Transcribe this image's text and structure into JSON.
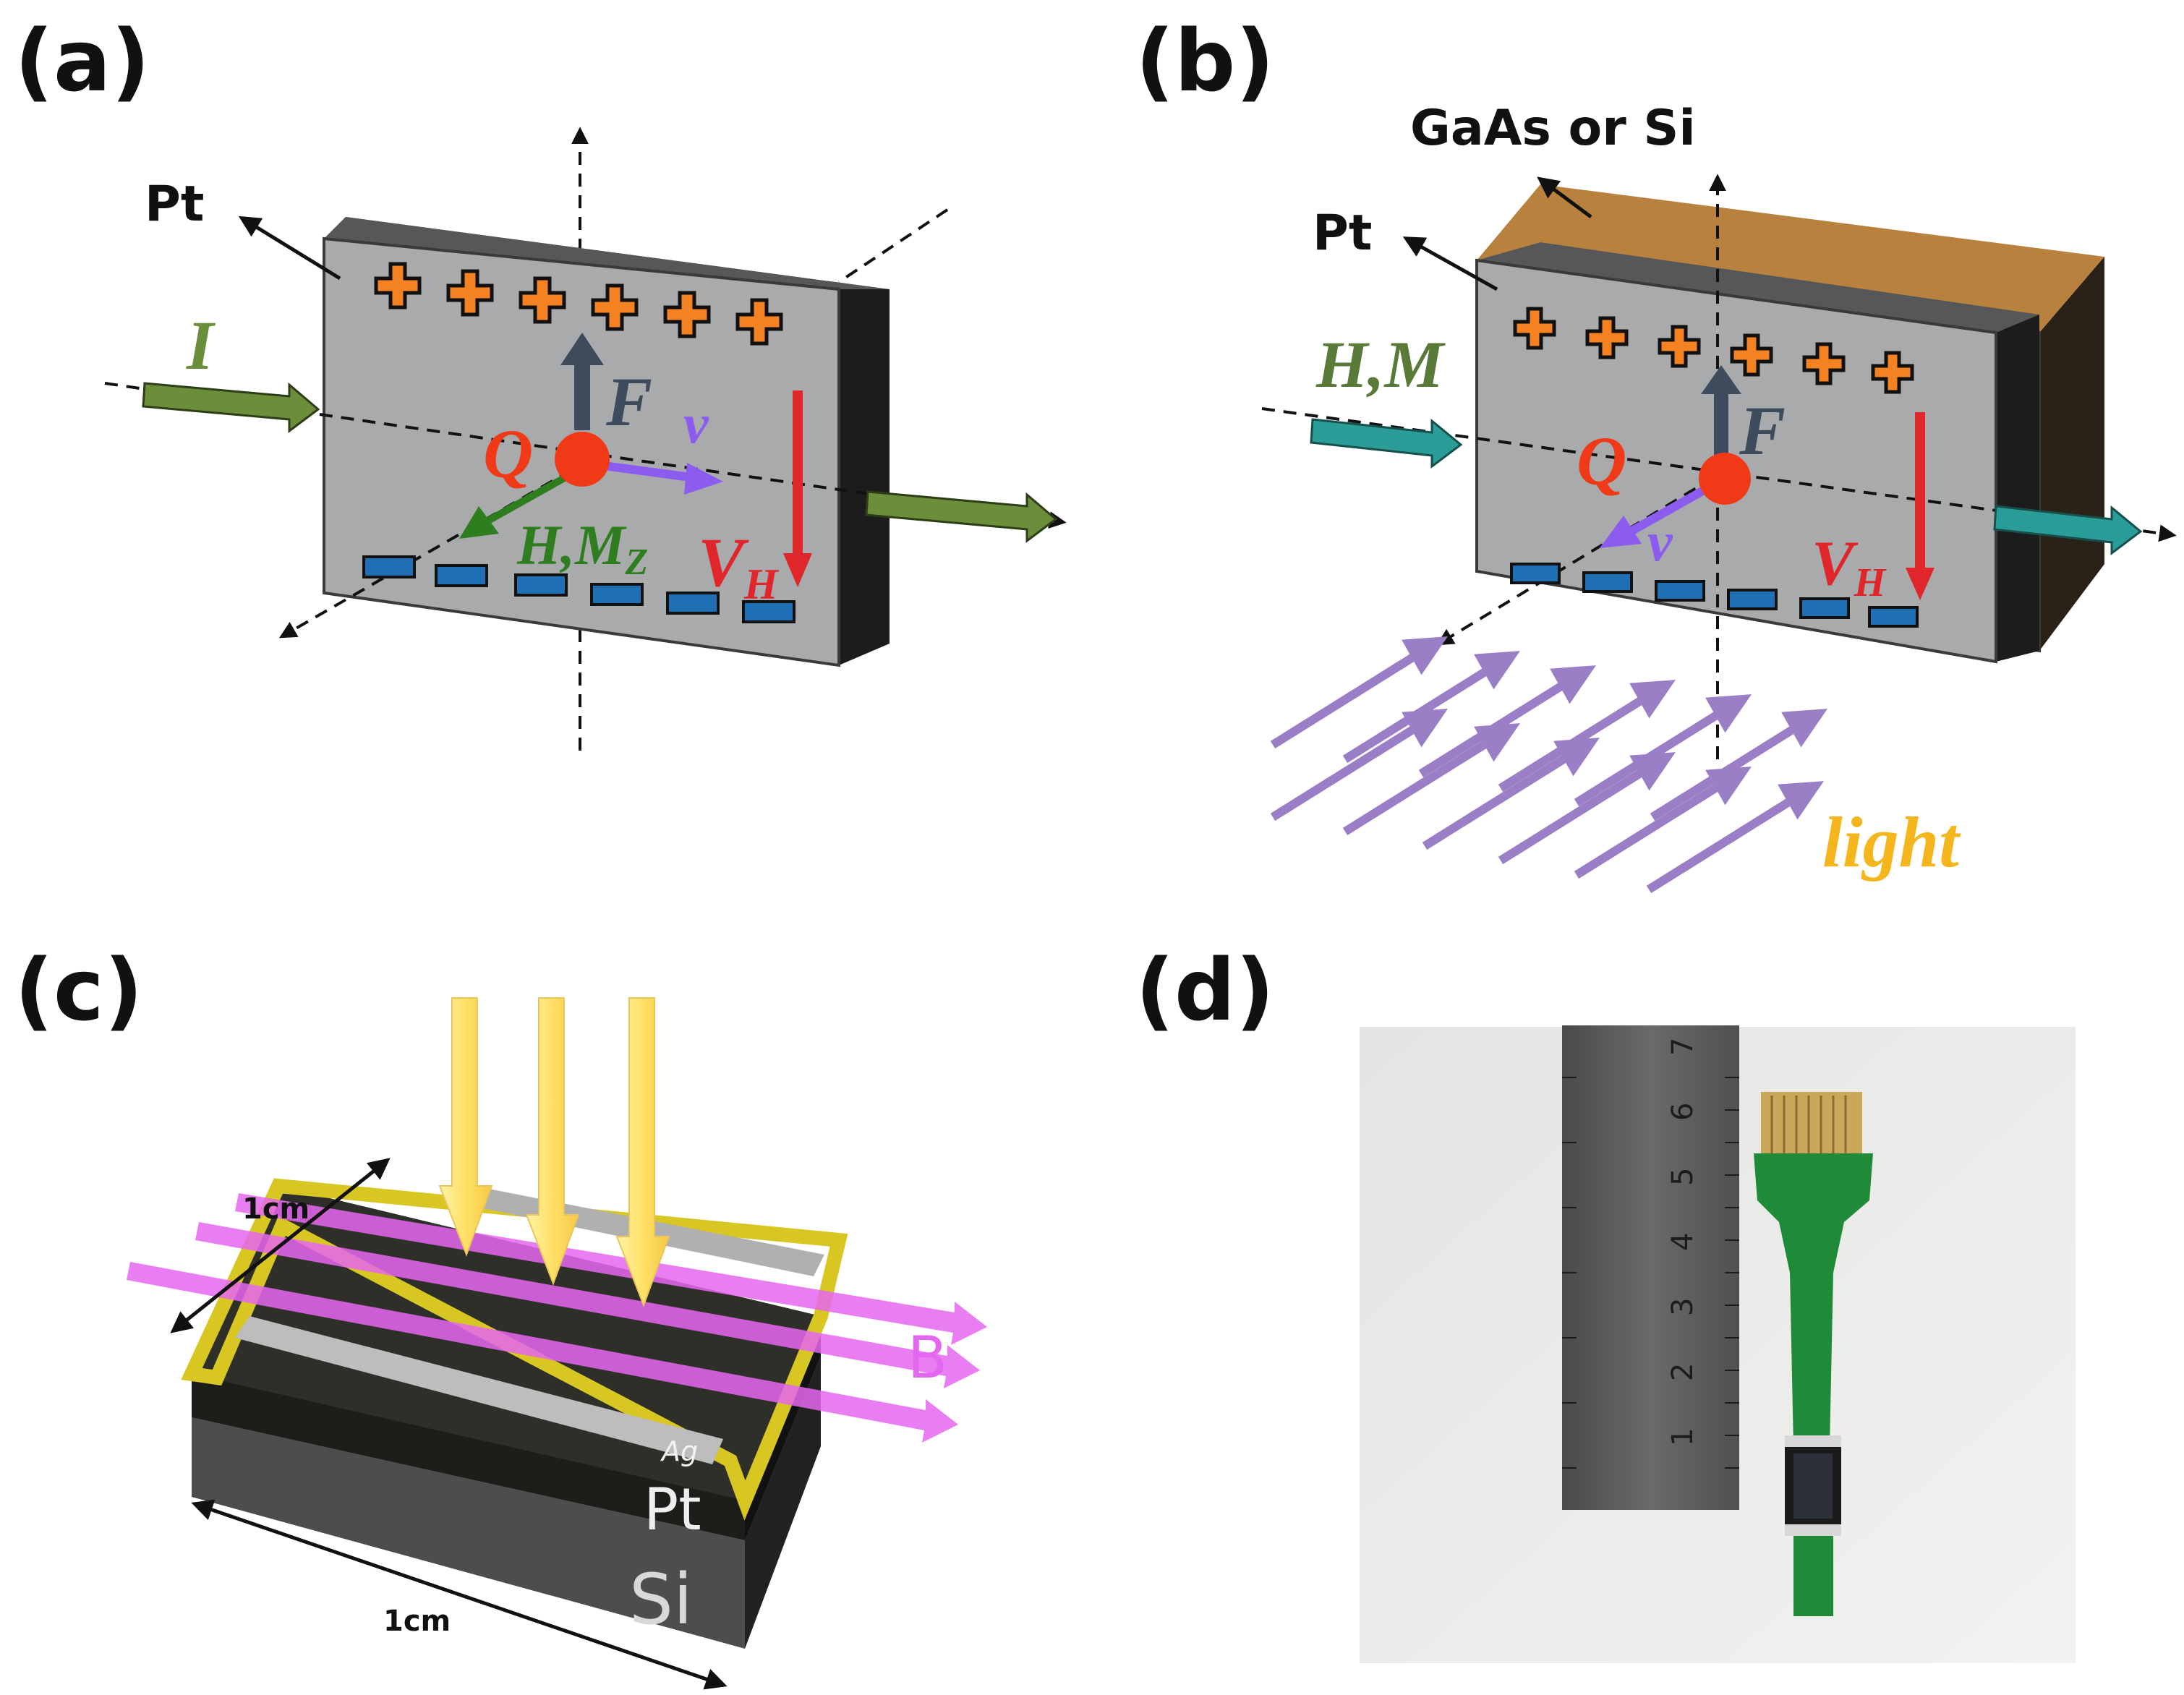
{
  "panels": {
    "a": {
      "label": "(a)",
      "layer_label": "Pt",
      "current_label": "I",
      "charge_label": "Q",
      "force_label": "F",
      "velocity_label": "v",
      "field_label": "H,M",
      "field_subscript": "Z",
      "voltage_label": "V",
      "voltage_subscript": "H",
      "positive_charges": 6,
      "negative_charges": 6
    },
    "b": {
      "label": "(b)",
      "substrate_label": "GaAs or Si",
      "layer_label": "Pt",
      "field_label": "H,M",
      "charge_label": "Q",
      "force_label": "F",
      "velocity_label": "v",
      "voltage_label": "V",
      "voltage_subscript": "H",
      "light_label": "light",
      "positive_charges": 6,
      "negative_charges": 6
    },
    "c": {
      "label": "(c)",
      "dim_top": "1cm",
      "dim_bottom": "1cm",
      "field_label": "B",
      "electrode_label": "Ag",
      "layer_label": "Pt",
      "substrate_label": "Si"
    },
    "d": {
      "label": "(d)",
      "ruler_numbers": [
        "1",
        "2",
        "3",
        "4",
        "5",
        "6",
        "7"
      ]
    }
  },
  "colors": {
    "plate_face": "#a9aaab",
    "plate_top": "#555759",
    "plate_side": "#1c1c1c",
    "plus": "#f58220",
    "minus": "#1f6fb5",
    "charge": "#f03a17",
    "voltage_arrow": "#e0262b",
    "current_arrow": "#6b8e3a",
    "teal_arrow": "#2a9d98",
    "velocity": "#8c5cf0",
    "field_green": "#2e7d1e",
    "force": "#3d4b5c",
    "light_arrows": "#9b7fc6",
    "substrate_brown": "#b8823e",
    "substrate_dark": "#2a2117",
    "light_text": "#f5b51c",
    "magenta": "#e566f0"
  }
}
